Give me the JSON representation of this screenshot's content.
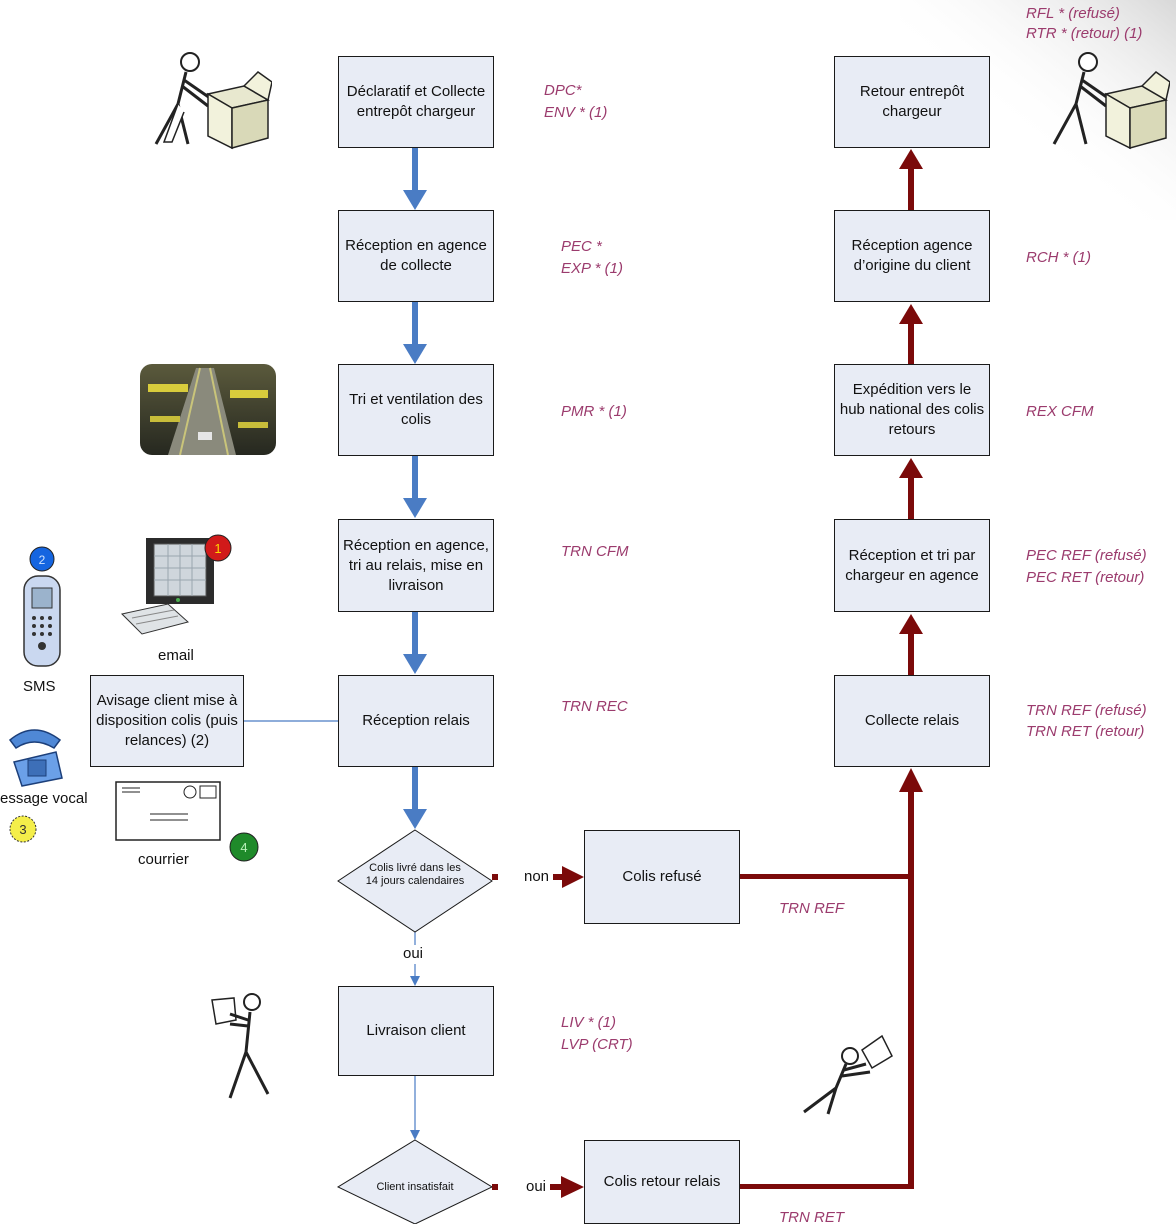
{
  "steps": {
    "declaratif": "Déclaratif et Collecte entrepôt chargeur",
    "reception_collecte": "Réception en agence de collecte",
    "tri": "Tri et ventilation des colis",
    "reception_agence": "Réception en agence, tri au relais, mise en livraison",
    "reception_relais": "Réception relais",
    "avisage": "Avisage client mise à disposition colis (puis relances) (2)",
    "livraison": "Livraison client",
    "colis_refuse": "Colis refusé",
    "colis_retour_relais": "Colis retour relais",
    "collecte_relais": "Collecte relais",
    "reception_tri_chargeur": "Réception et tri par chargeur en agence",
    "expedition_hub": "Expédition vers le hub national des colis retours",
    "reception_agence_origine": "Réception agence d’origine du client",
    "retour_entrepot": "Retour entrepôt chargeur"
  },
  "decisions": {
    "livre_14j_line1": "Colis livré dans les",
    "livre_14j_line2": "14 jours calendaires",
    "client_insatisfait": "Client insatisfait",
    "non": "non",
    "oui_down": "oui",
    "oui_right": "oui"
  },
  "codes": {
    "dpc": "DPC*",
    "env": "ENV * (1)",
    "pec": "PEC *",
    "exp": "EXP * (1)",
    "pmr": "PMR * (1)",
    "trn_cfm": "TRN CFM",
    "trn_rec": "TRN REC",
    "liv": "LIV * (1)",
    "lvp": "LVP (CRT)",
    "trn_ref_bottom": "TRN REF",
    "trn_ret_bottom": "TRN RET",
    "rfl": "RFL * (refusé)",
    "rtr": "RTR * (retour) (1)",
    "rch": "RCH * (1)",
    "rex": "REX CFM",
    "pec_ref": "PEC REF (refusé)",
    "pec_ret": "PEC RET (retour)",
    "trn_ref_right": "TRN REF (refusé)",
    "trn_ret_right": "TRN RET (retour)"
  },
  "channels": {
    "email": "email",
    "sms": "SMS",
    "vocal": "essage vocal",
    "courrier": "courrier",
    "badge_1": "1",
    "badge_2": "2",
    "badge_3": "3",
    "badge_4": "4"
  },
  "colors": {
    "flow_blue": "#4a7cc4",
    "flow_return": "#7b0a0a",
    "box_fill": "#e8ecf5",
    "code_text": "#9b3b6d"
  }
}
